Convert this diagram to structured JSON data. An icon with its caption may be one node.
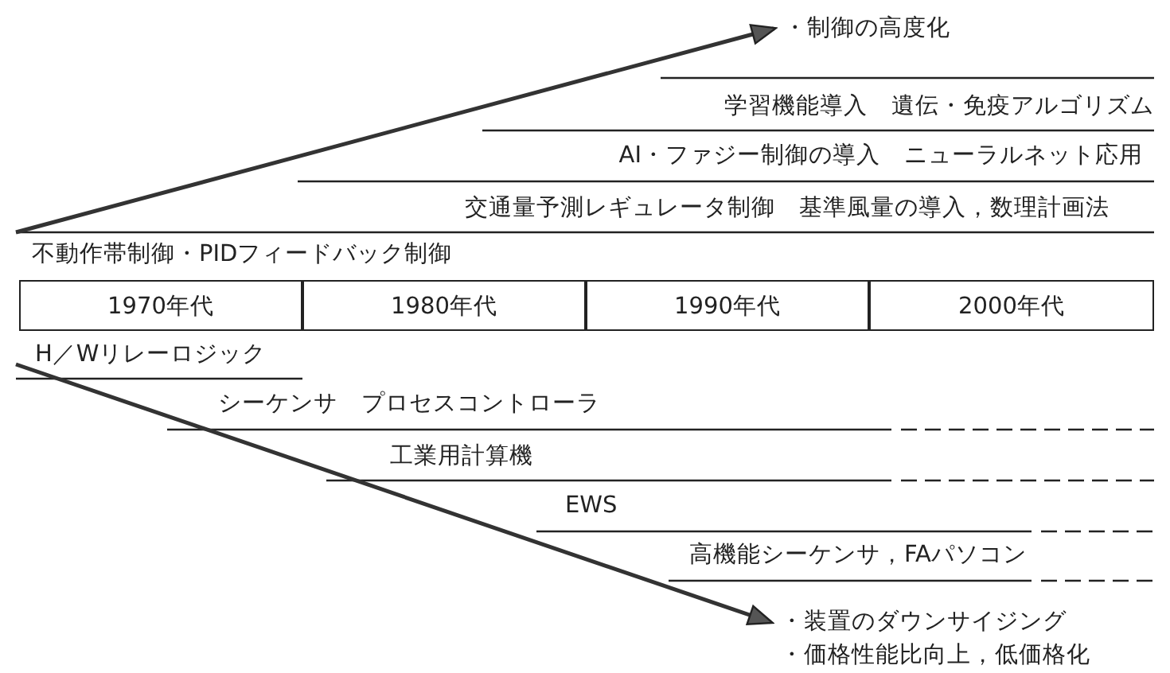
{
  "diagram": {
    "nodes": [
      {
        "text": [
          "・制御の高度化"
        ]
      },
      {
        "text": [
          "1970年代"
        ]
      },
      {
        "text": [
          "1980年代"
        ]
      },
      {
        "text": [
          "1990年代"
        ]
      },
      {
        "text": [
          "2000年代"
        ]
      },
      {
        "text": [
          "・装置のダウンサイジング",
          "・価格性能比向上，低価格化"
        ]
      }
    ],
    "edges": [
      {
        "from": null,
        "to": 0,
        "arrow": "to"
      },
      {
        "from": null,
        "to": 5,
        "arrow": "to"
      }
    ],
    "labels": [
      "学習機能導入　遺伝・免疫アルゴリズム",
      "AI・ファジー制御の導入　ニューラルネット応用",
      "交通量予測レギュレータ制御　基準風量の導入，数理計画法",
      "不動作帯制御・PIDフィードバック制御",
      "H／Wリレーロジック",
      "シーケンサ　プロセスコントローラ",
      "工業用計算機",
      "EWS",
      "高機能シーケンサ，FAパソコン"
    ]
  }
}
